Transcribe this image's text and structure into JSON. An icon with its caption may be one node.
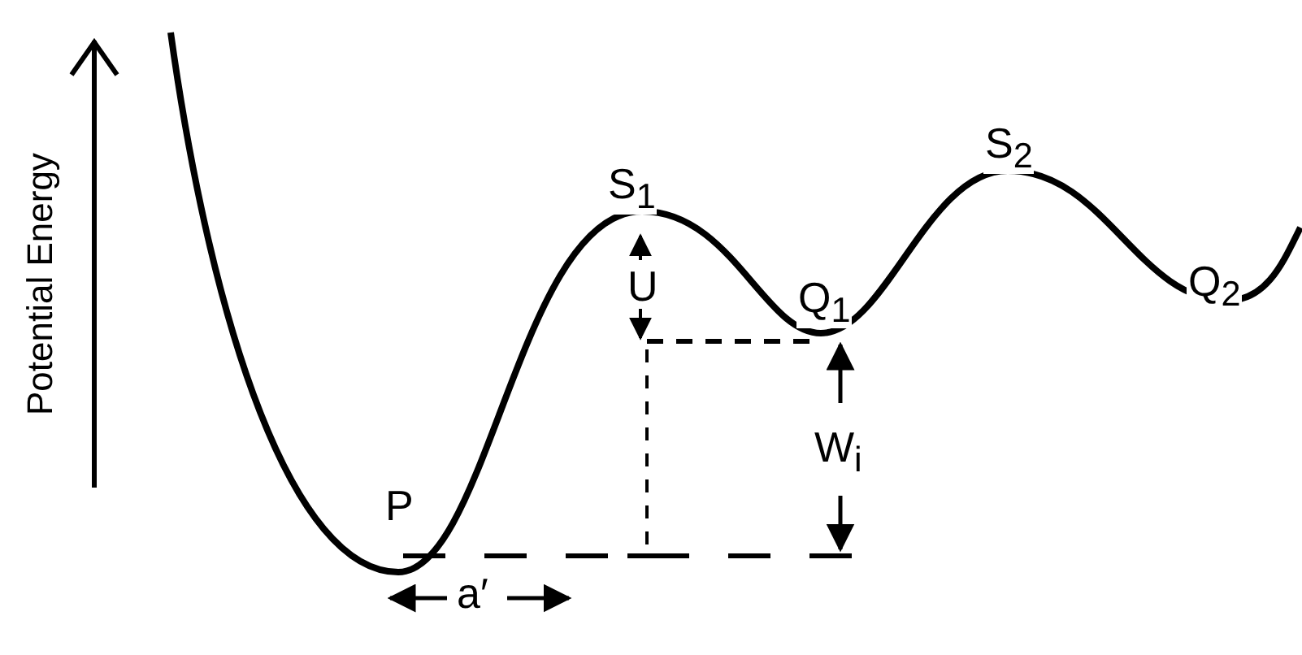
{
  "diagram": {
    "labels": [
      "Potential Energy",
      "S$_{1}$",
      "S$_{2}$",
      "Q$_{1}$",
      "Q$_{2}$",
      "U",
      "W$_{i}$",
      "P",
      "a′"
    ]
  }
}
